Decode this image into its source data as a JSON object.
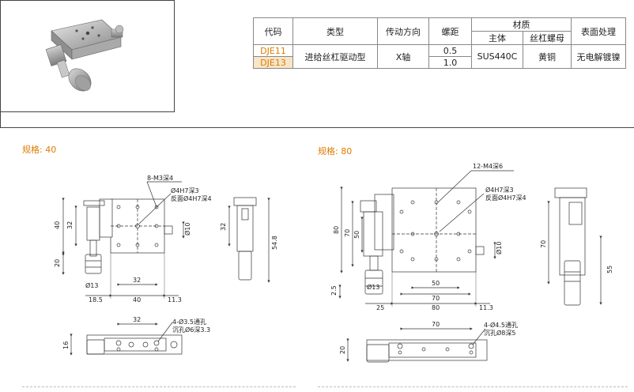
{
  "table": {
    "headers": {
      "code": "代码",
      "type": "类型",
      "drive": "传动方向",
      "pitch": "螺距",
      "material": "材质",
      "material_body": "主体",
      "material_nut": "丝杠螺母",
      "surface": "表面处理"
    },
    "rows": [
      {
        "code": "DJE11",
        "pitch": "0.5"
      },
      {
        "code": "DJE13",
        "pitch": "1.0"
      }
    ],
    "shared": {
      "type": "进给丝杠驱动型",
      "drive": "X轴",
      "body": "SUS440C",
      "nut": "黄铜",
      "surface": "无电解镀镍"
    }
  },
  "spec40": {
    "title": "规格: 40",
    "holes_top": "8-M3深4",
    "pin_hole": "Ø4H7深3",
    "pin_hole_back": "反面Ø4H7深4",
    "dim_32a": "32",
    "dim_40a": "40",
    "dim_20": "20",
    "dim_13": "Ø13",
    "dim_10": "Ø10",
    "dim_32b": "32",
    "dim_40b": "40",
    "dim_185": "18.5",
    "dim_113": "11.3",
    "dim_32c": "32",
    "dim_548": "54.8",
    "bottom_32": "32",
    "bottom_holes": "4-Ø3.5通孔",
    "bottom_counter": "沉孔Ø6深3.3",
    "bottom_16": "16"
  },
  "spec80": {
    "title": "规格: 80",
    "holes_top": "12-M4深6",
    "pin_hole": "Ø4H7深3",
    "pin_hole_back": "反面Ø4H7深4",
    "dim_80a": "80",
    "dim_70a": "70",
    "dim_50a": "50",
    "dim_25a": "2.5",
    "dim_13": "Ø13",
    "dim_10": "Ø10",
    "dim_50b": "50",
    "dim_70b": "70",
    "dim_80b": "80",
    "dim_25b": "25",
    "dim_113": "11.3",
    "dim_70c": "70",
    "dim_55": "55",
    "bottom_70": "70",
    "bottom_holes": "4-Ø4.5通孔",
    "bottom_counter": "沉孔Ø8深5",
    "bottom_20": "20"
  }
}
